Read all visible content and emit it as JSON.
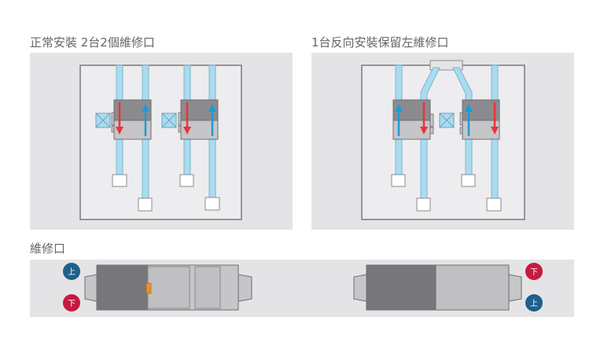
{
  "titles": {
    "normal_install": "正常安裝 2台2個維修口",
    "reverse_install": "1台反向安裝保留左維修口",
    "service_port": "維修口"
  },
  "badges": {
    "up": "上",
    "down": "下"
  },
  "colors": {
    "panel_bg": "#e4e4e6",
    "duct": "#a9dcf1",
    "supply_arrow": "#1e9bd2",
    "exhaust_arrow": "#e8343a",
    "badge_up": "#1f5f8b",
    "badge_down": "#c8193c",
    "access_tab": "#e8902a"
  }
}
